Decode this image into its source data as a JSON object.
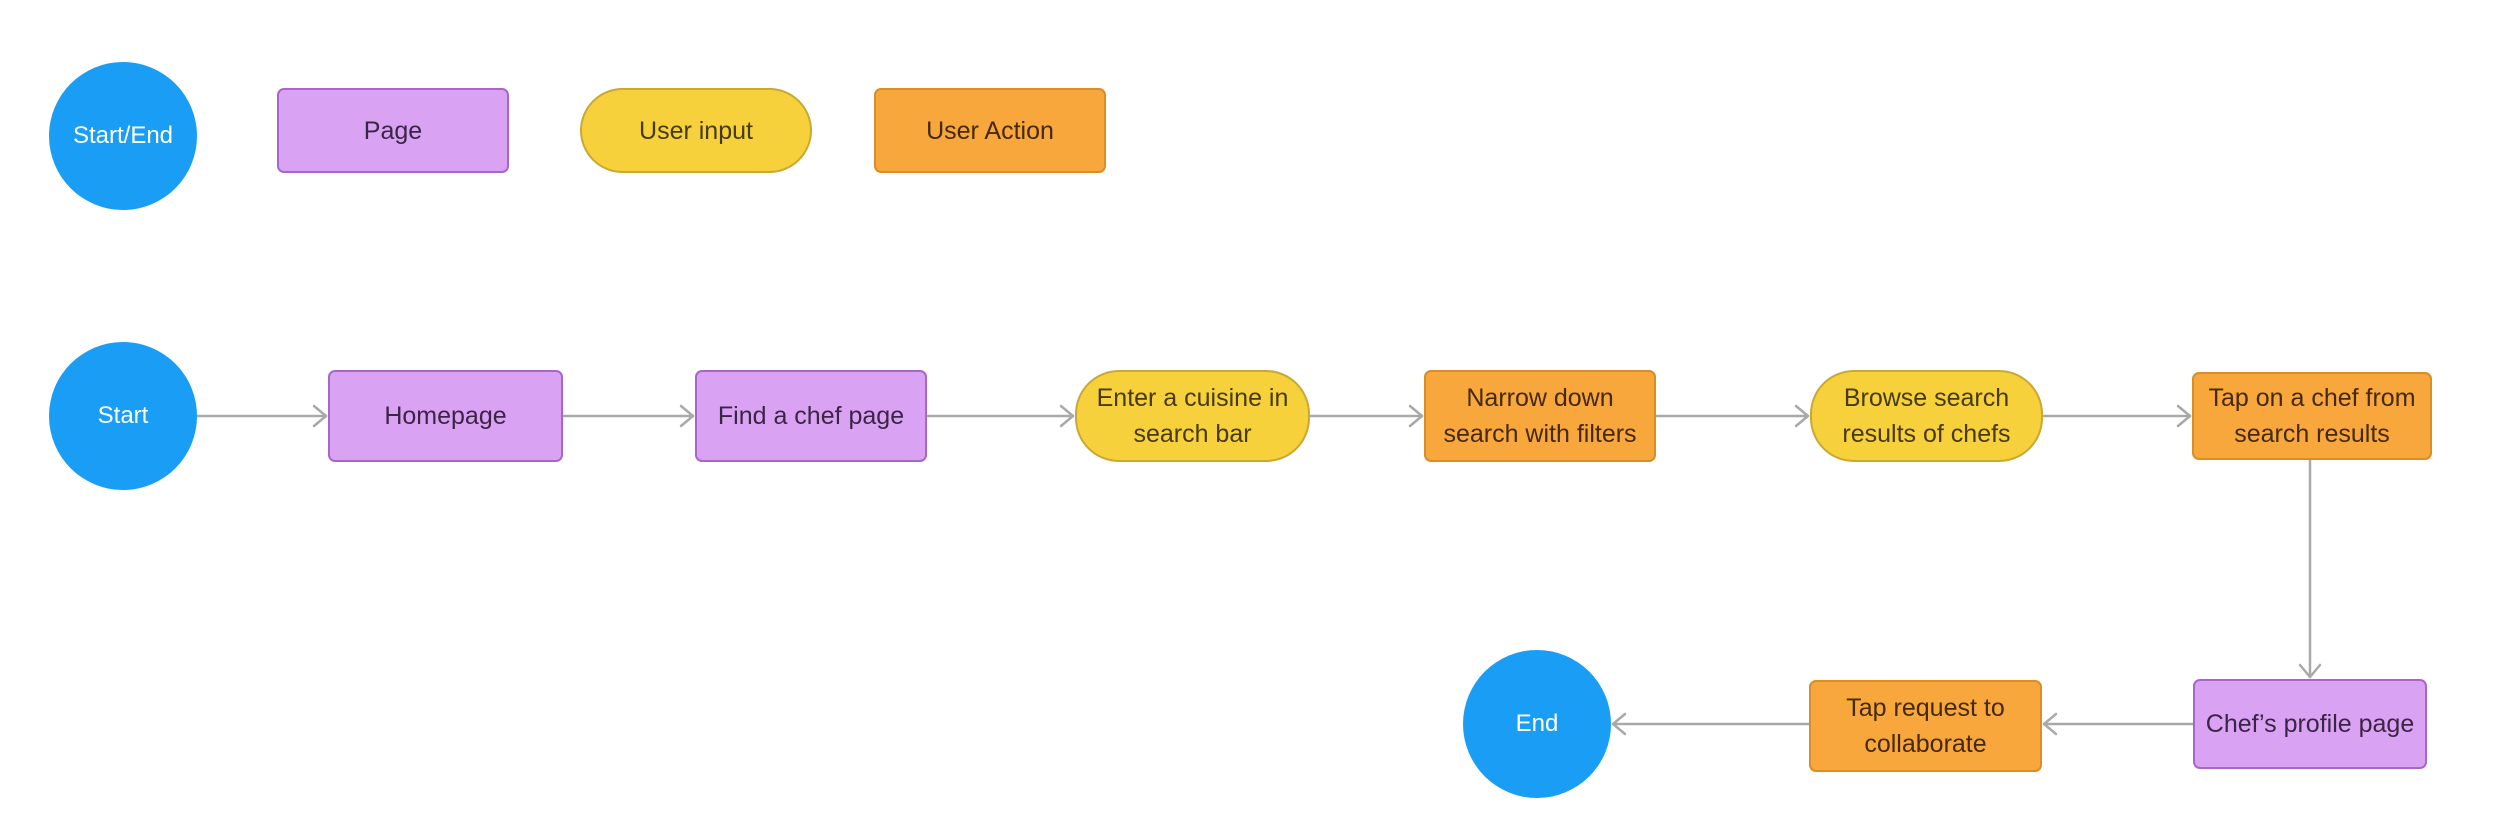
{
  "diagram": {
    "legend": {
      "start_end": "Start/End",
      "page": "Page",
      "user_input": "User input",
      "user_action": "User Action"
    },
    "nodes": {
      "start": "Start",
      "homepage": "Homepage",
      "find_chef": "Find a chef page",
      "enter_cuisine": "Enter a cuisine in search bar",
      "narrow_search": "Narrow down search with filters",
      "browse_results": "Browse search results of chefs",
      "tap_chef": "Tap on a chef from search results",
      "chef_profile": "Chef’s profile page",
      "tap_request": "Tap request to collaborate",
      "end": "End"
    },
    "colors": {
      "start_end_fill": "#1a9df5",
      "page_fill": "#daa2f3",
      "page_border": "#a966c8",
      "user_input_fill": "#f6d13b",
      "user_input_border": "#c9a833",
      "user_action_fill": "#f7a73c",
      "user_action_border": "#d98e28",
      "connector": "#a9a9a9",
      "label_text": "#1e1e1e",
      "circle_text": "#ffffff"
    }
  }
}
